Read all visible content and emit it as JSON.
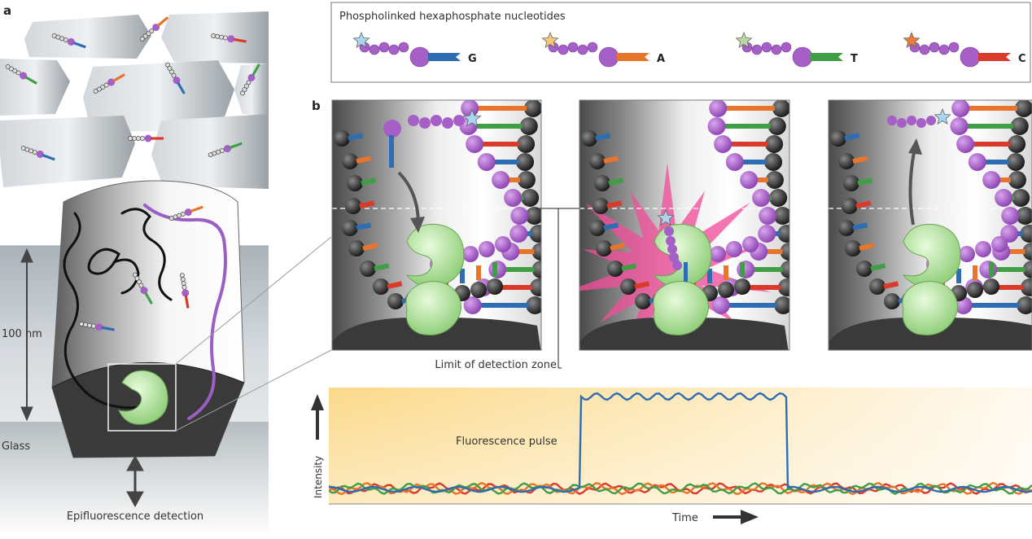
{
  "panel_a": {
    "letter": "a",
    "scale_label": "100 nm",
    "glass_label": "Glass",
    "detection_label": "Epifluorescence detection"
  },
  "legend": {
    "title": "Phospholinked hexaphosphate nucleotides",
    "nucleotides": [
      {
        "letter": "G",
        "base_color": "#2f6db3",
        "star_color": "#a9d6ef"
      },
      {
        "letter": "A",
        "base_color": "#e8752c",
        "star_color": "#f3c77a"
      },
      {
        "letter": "T",
        "base_color": "#3f9e46",
        "star_color": "#b9d8a3"
      },
      {
        "letter": "C",
        "base_color": "#d93a2b",
        "star_color": "#ee7b3a"
      }
    ]
  },
  "panel_b": {
    "letter": "b",
    "zone_label": "Limit of detection zone"
  },
  "trace": {
    "pulse_label": "Fluorescence pulse",
    "y_label": "Intensity",
    "x_label": "Time"
  },
  "colors": {
    "phosphate": "#a55fc6",
    "dna_backbone": "#2a2a2a",
    "polymerase": "#a9df92",
    "pulse": "#ef4f9a",
    "pulse_line": "#2f6db3"
  }
}
